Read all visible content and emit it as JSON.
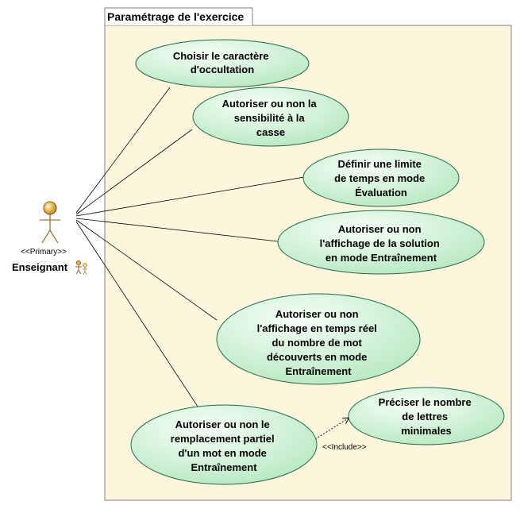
{
  "system": {
    "title": "Paramétrage de l'exercice"
  },
  "actor": {
    "stereotype": "<<Primary>>",
    "name": "Enseignant"
  },
  "use_cases": [
    {
      "id": "uc1",
      "lines": [
        "Choisir le caractère",
        "d'occultation"
      ]
    },
    {
      "id": "uc2",
      "lines": [
        "Autoriser ou non la",
        "sensibilité à la",
        "casse"
      ]
    },
    {
      "id": "uc3",
      "lines": [
        "Définir une limite",
        "de temps en mode",
        "Évaluation"
      ]
    },
    {
      "id": "uc4",
      "lines": [
        "Autoriser ou non",
        "l'affichage de la solution",
        "en mode Entraînement"
      ]
    },
    {
      "id": "uc5",
      "lines": [
        "Autoriser ou non",
        "l'affichage en temps réel",
        "du nombre de mot",
        "découverts en mode",
        "Entraînement"
      ]
    },
    {
      "id": "uc6",
      "lines": [
        "Autoriser ou non le",
        "remplacement partiel",
        "d'un mot en mode",
        "Entraînement"
      ]
    },
    {
      "id": "uc7",
      "lines": [
        "Préciser le nombre",
        "de lettres",
        "minimales"
      ]
    }
  ],
  "include": {
    "label": "<<Include>>",
    "from": "uc6",
    "to": "uc7"
  },
  "colors": {
    "system_fill": "#fdf6dc",
    "system_border": "#808080",
    "uc_fill_light": "#f4fff4",
    "uc_fill_dark": "#b8e9c3",
    "uc_border": "#1f6b4a",
    "actor_fill": "#e0a43a",
    "line": "#000000"
  }
}
